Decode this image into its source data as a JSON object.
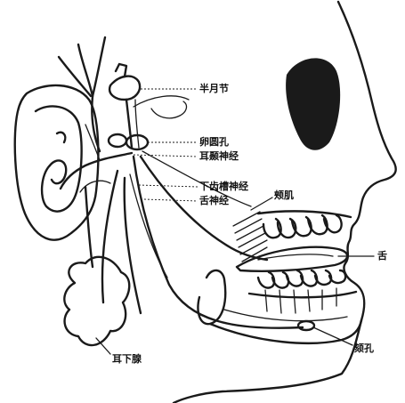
{
  "labels": {
    "semilunar_ganglion": "半月节",
    "foramen_ovale": "卵圆孔",
    "auriculotemporal_nerve": "耳颞神经",
    "inferior_alveolar_nerve": "下齿槽神经",
    "lingual_nerve": "舌神经",
    "buccinator": "颊肌",
    "tongue": "舌",
    "parotid_gland": "耳下腺",
    "mental_foramen": "颏孔"
  },
  "colors": {
    "ink": "#1a1a1a",
    "background": "#ffffff"
  }
}
